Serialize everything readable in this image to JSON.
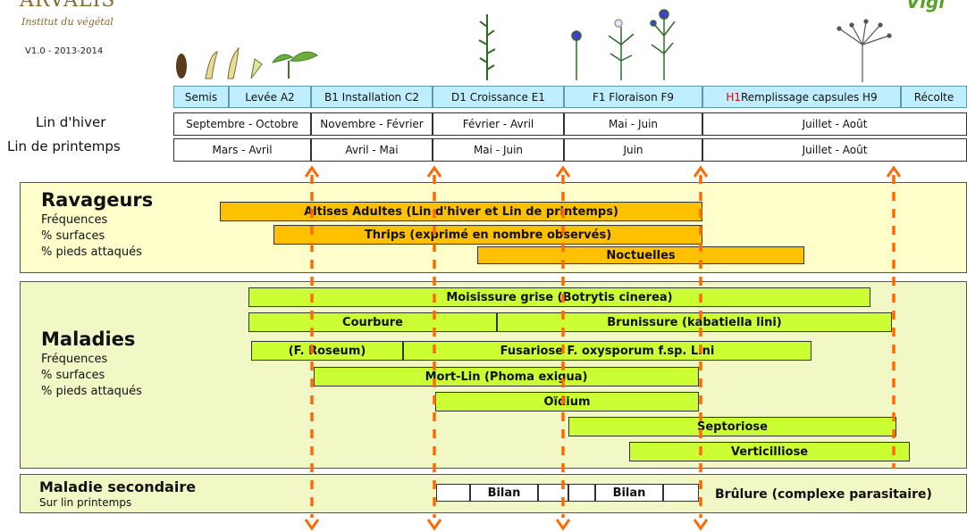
{
  "header": {
    "logo_text": "ARVALIS",
    "logo_subtitle": "Institut du végétal",
    "version": "V1.0  - 2013-2014",
    "vigi_logo_text": "Vigi"
  },
  "stages": [
    {
      "label": "Semis"
    },
    {
      "label": "Levée  A2"
    },
    {
      "label": "B1 Installation C2"
    },
    {
      "label": "D1 Croissance  E1"
    },
    {
      "label": "F1    Floraison    F9"
    },
    {
      "label_prefix": "H1",
      "label": " Remplissage capsules H9"
    },
    {
      "label": "Récolte"
    }
  ],
  "rows": {
    "lin_hiver": {
      "label": "Lin d'hiver",
      "periods": [
        "Septembre  - Octobre",
        "Novembre - Février",
        "Février - Avril",
        "Mai - Juin",
        "Juillet - Août"
      ]
    },
    "lin_printemps": {
      "label": "Lin de printemps",
      "periods": [
        "Mars - Avril",
        "Avril - Mai",
        "Mai - Juin",
        "Juin",
        "Juillet - Août"
      ]
    }
  },
  "ravageurs": {
    "title": "Ravageurs",
    "subtitle_lines": [
      "Fréquences",
      "% surfaces",
      "% pieds attaqués"
    ],
    "bars": [
      {
        "label": "Altises Adultes (Lin d'hiver et Lin de printemps)"
      },
      {
        "label": "Thrips (exprimé en nombre observés)"
      },
      {
        "label": "Noctuelles"
      }
    ]
  },
  "maladies": {
    "title": "Maladies",
    "subtitle_lines": [
      "Fréquences",
      "% surfaces",
      "% pieds attaqués"
    ],
    "bars": [
      {
        "label": "Moisissure grise (Botrytis cinerea)"
      },
      {
        "label": "Courbure"
      },
      {
        "label": "Brunissure      (kabatiella lini)"
      },
      {
        "label": "(F. Roseum)"
      },
      {
        "label": "Fusariose     F. oxysporum f.sp. Lini"
      },
      {
        "label": "Mort-Lin (Phoma exigua)"
      },
      {
        "label": "Oïdium"
      },
      {
        "label": "Septoriose"
      },
      {
        "label": "Verticilliose"
      }
    ]
  },
  "maladie_secondaire": {
    "title": "Maladie secondaire",
    "subtitle": "Sur lin printemps",
    "bilan_labels": [
      "Bilan",
      "Bilan"
    ],
    "brulure_label": "Brûlure (complexe parasitaire)"
  },
  "colors": {
    "stage_bg": "#bfefff",
    "ravageur_bar": "#ffc000",
    "maladie_bar": "#ccff33",
    "arrow": "#ff6a00",
    "h1_red": "#e00000"
  }
}
